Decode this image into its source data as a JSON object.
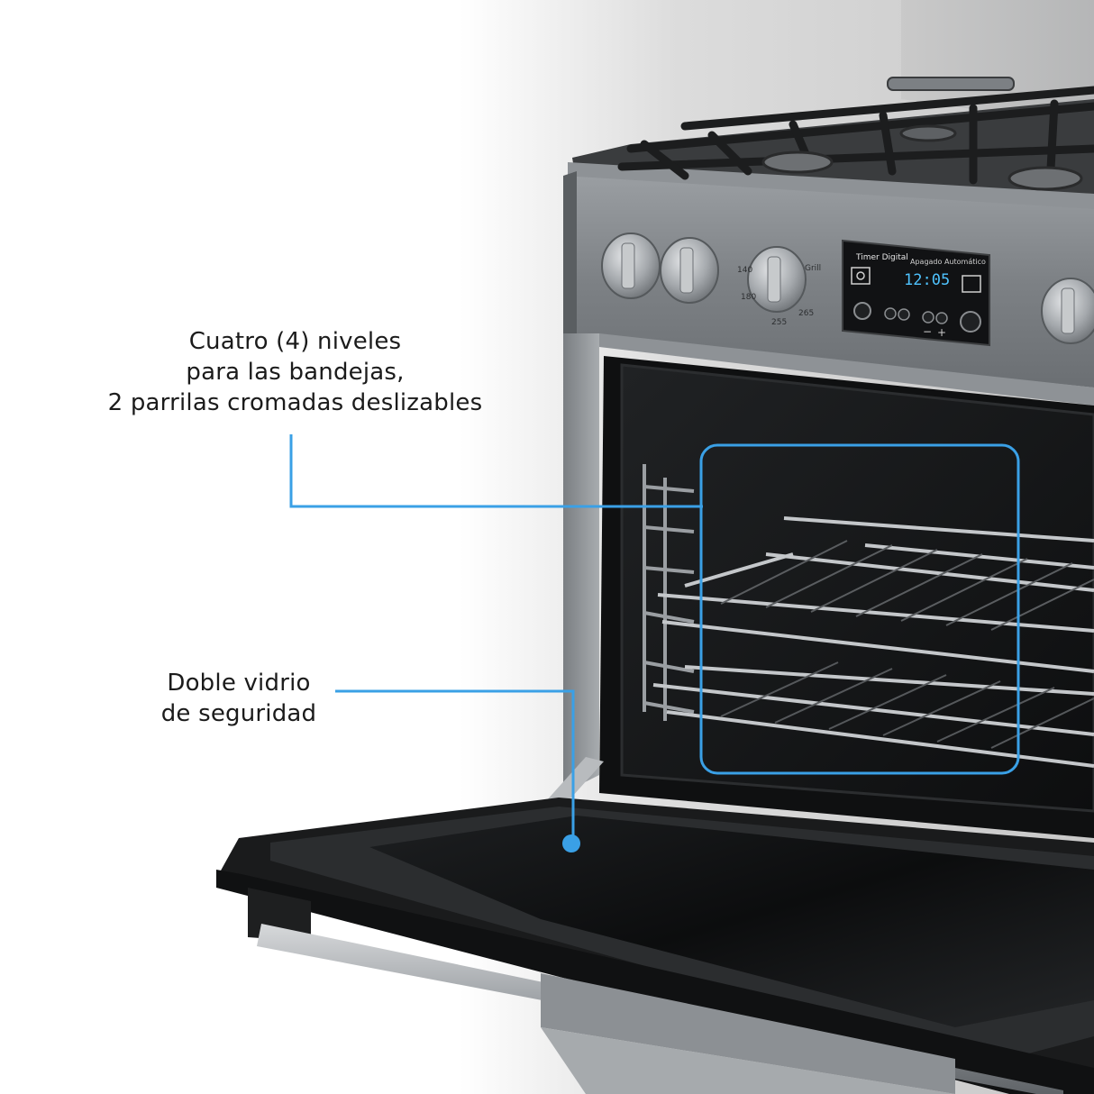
{
  "callouts": {
    "racks": {
      "line1": "Cuatro (4) niveles",
      "line2": "para las bandejas,",
      "line3": "2 parrilas cromadas deslizables"
    },
    "glass": {
      "line1": "Doble vidrio",
      "line2": "de seguridad"
    }
  },
  "control_panel": {
    "timer_label": "Timer Digital",
    "auto_off_label": "Apagado Automático",
    "display_time": "12:05",
    "minus": "−",
    "plus": "+"
  },
  "knob_scale": {
    "grill": "Grill",
    "t140": "140",
    "t180": "180",
    "t255": "255",
    "t265": "265"
  },
  "colors": {
    "callout_line": "#3aa0e6",
    "steel": "#8d9195",
    "oven_interior": "#141516",
    "text": "#1b1b1b"
  },
  "icons": [
    "burner-grate-icon",
    "knob-icon",
    "fan-icon",
    "clock-icon",
    "light-icon"
  ]
}
